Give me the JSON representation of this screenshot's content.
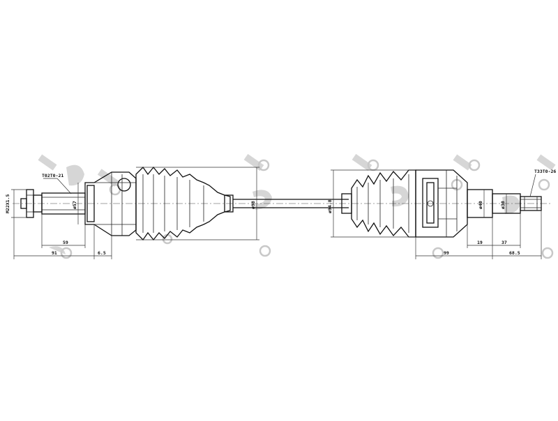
{
  "drawing": {
    "thread_left": "M22X1.5",
    "thread_right": "T33T0-26",
    "spline_left": "T02T0-21",
    "dims": {
      "dia_57": "ø57",
      "dia_98": "ø98",
      "dia_94_8": "ø94.8",
      "dia_40": "ø40",
      "dia_30": "ø30",
      "len_59": "59",
      "len_91": "91",
      "len_6_5": "6.5",
      "len_99": "99",
      "len_19": "19",
      "len_37": "37",
      "len_68_5": "68.5"
    }
  },
  "watermark": {
    "color": "#c8c8c8"
  }
}
